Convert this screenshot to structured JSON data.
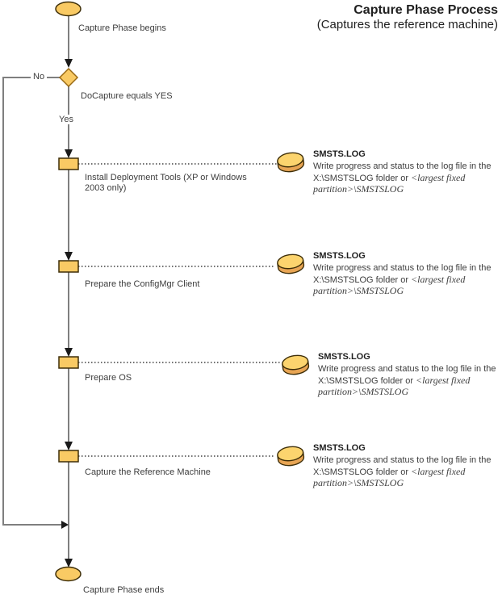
{
  "title": {
    "heading": "Capture Phase Process",
    "subheading": "(Captures the reference machine)"
  },
  "flow": {
    "start_label": "Capture Phase begins",
    "decision_label": "DoCapture equals YES",
    "no_label": "No",
    "yes_label": "Yes",
    "steps": [
      {
        "label": "Install Deployment Tools (XP or Windows 2003 only)"
      },
      {
        "label": "Prepare the ConfigMgr Client"
      },
      {
        "label": "Prepare OS"
      },
      {
        "label": "Capture the Reference Machine"
      }
    ],
    "end_label": "Capture Phase ends"
  },
  "annotations": [
    {
      "icon": "log-disk-icon",
      "heading": "SMSTS.LOG",
      "text_normal": "Write progress and status to the log file in the X:\\SMSTSLOG folder or ",
      "text_italic": "<largest fixed partition>\\SMSTSLOG"
    },
    {
      "icon": "log-disk-icon",
      "heading": "SMSTS.LOG",
      "text_normal": "Write progress and status to the log file in the X:\\SMSTSLOG folder or ",
      "text_italic": "<largest fixed partition>\\SMSTSLOG"
    },
    {
      "icon": "log-disk-icon",
      "heading": "SMSTS.LOG",
      "text_normal": "Write progress and status to the log file in the X:\\SMSTSLOG folder or ",
      "text_italic": "<largest fixed partition>\\SMSTSLOG"
    },
    {
      "icon": "log-disk-icon",
      "heading": "SMSTS.LOG",
      "text_normal": "Write progress and status to the log file in the X:\\SMSTSLOG folder or ",
      "text_italic": "<largest fixed partition>\\SMSTSLOG"
    }
  ],
  "colors": {
    "node_fill": "#F9CA64",
    "node_border": "#3E2E08",
    "decision_border": "#9A6A14",
    "disk_top": "#FCD46E",
    "disk_side": "#E8A554",
    "connector_gray": "#7F7F7F",
    "arrow_black": "#1A1A1A",
    "text": "#3D3D3D"
  }
}
